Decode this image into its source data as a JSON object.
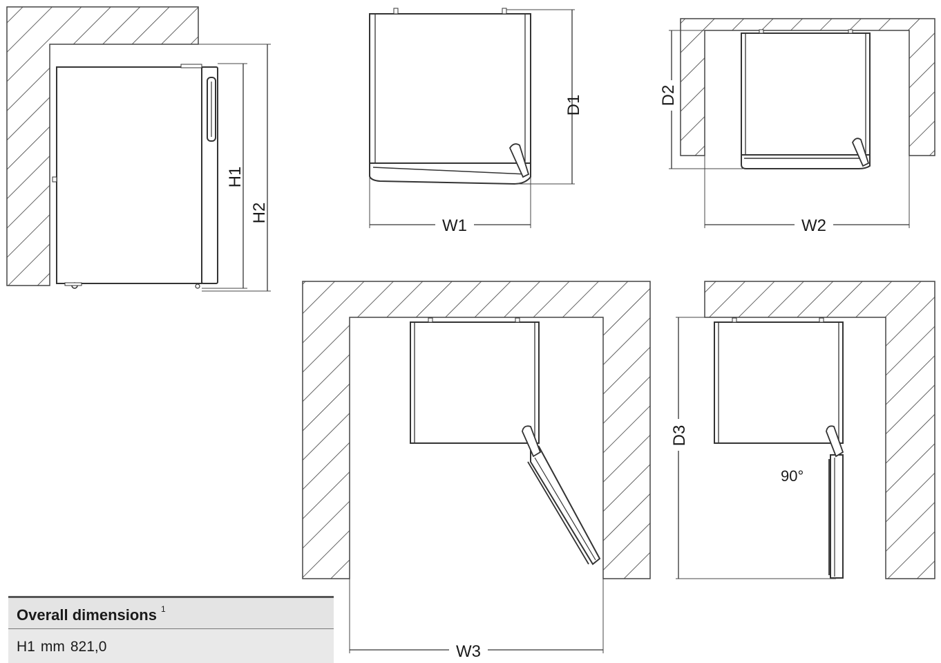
{
  "labels": {
    "h1": "H1",
    "h2": "H2",
    "w1": "W1",
    "w2": "W2",
    "w3": "W3",
    "d1": "D1",
    "d2": "D2",
    "d3": "D3",
    "angle": "90°"
  },
  "table": {
    "header": "Overall dimensions",
    "footnote": "1",
    "rows": [
      {
        "name": "H1",
        "unit": "mm",
        "value": "821,0"
      }
    ]
  }
}
